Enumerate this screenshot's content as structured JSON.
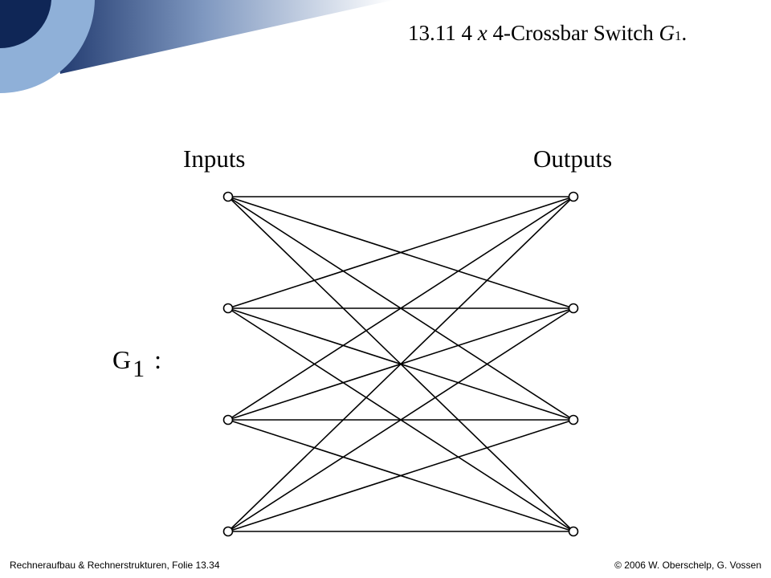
{
  "slide": {
    "title_main": "13.11 4 ",
    "title_x": "x",
    "title_rest": " 4-Crossbar Switch ",
    "title_g": "G",
    "title_sub": "1",
    "title_end": "."
  },
  "diagram": {
    "inputs_label": "Inputs",
    "outputs_label": "Outputs",
    "graph_letter": "G",
    "graph_index": "1",
    "graph_colon": ":",
    "num_inputs": 4,
    "num_outputs": 4,
    "edge_color": "#000000"
  },
  "footer": {
    "left": "Rechneraufbau & Rechnerstrukturen,  Folie 13.34",
    "right": "© 2006 W. Oberschelp, G. Vossen"
  },
  "colors": {
    "dark_navy": "#0f2656",
    "light_blue": "#8fb0d8"
  }
}
